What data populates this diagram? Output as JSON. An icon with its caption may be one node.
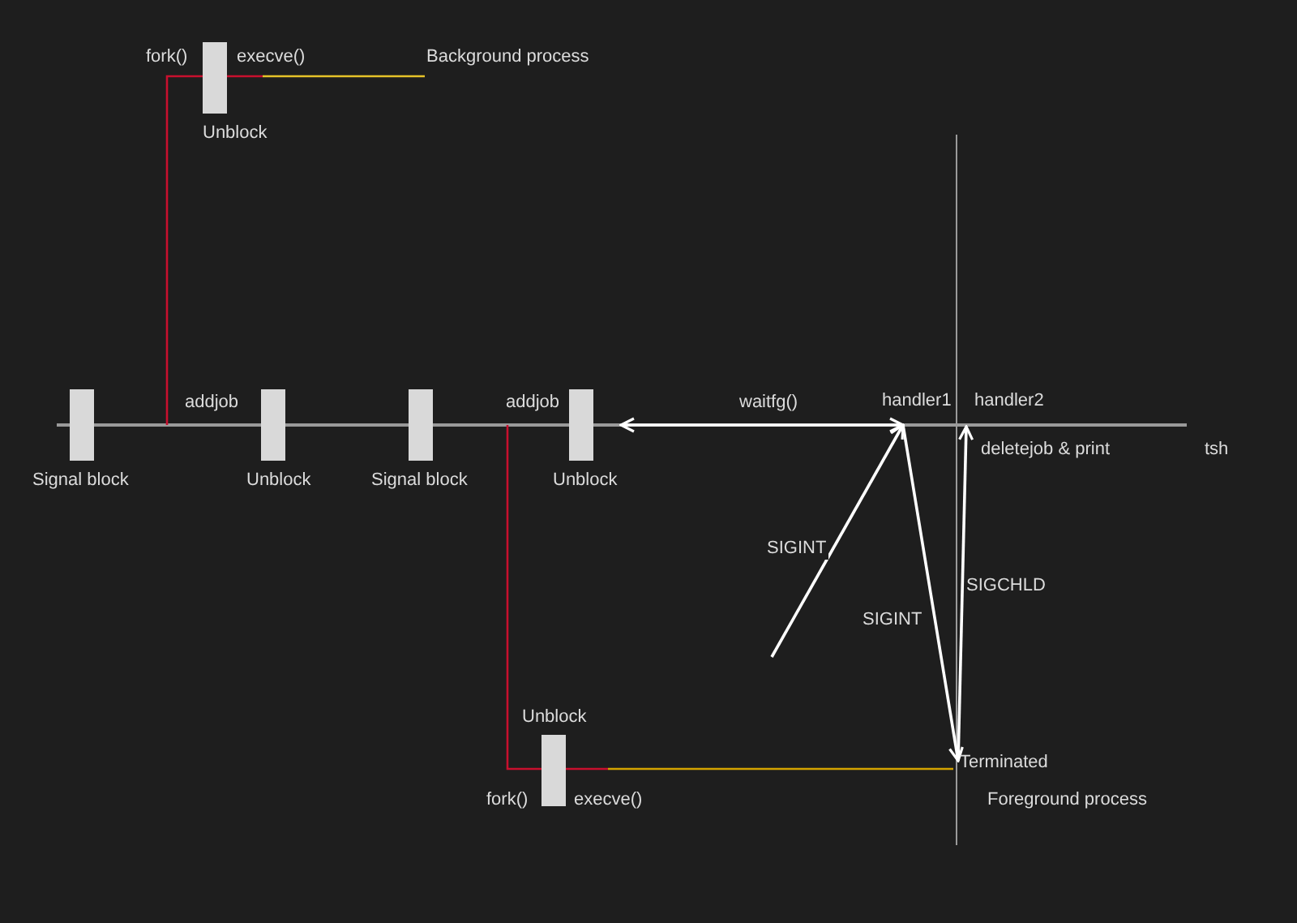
{
  "diagram": {
    "nodes": [
      {
        "text": [
          "Unblock"
        ],
        "beside": [
          "fork()",
          "execve()"
        ]
      },
      {
        "text": [
          "Signal block"
        ]
      },
      {
        "text": [
          "Unblock"
        ]
      },
      {
        "text": [
          "Signal block"
        ]
      },
      {
        "text": [
          "Unblock"
        ]
      },
      {
        "text": [
          "Unblock"
        ],
        "beside": [
          "fork()",
          "execve()"
        ]
      },
      {
        "text": [
          "handler1"
        ]
      },
      {
        "text": [
          "handler2"
        ]
      },
      {
        "text": [
          "Terminated"
        ]
      }
    ],
    "edges": [
      {
        "from": 4,
        "to": 6,
        "arrow": "both",
        "label": "waitfg()"
      },
      {
        "from": null,
        "to": 6,
        "arrow": "to",
        "label": "SIGINT"
      },
      {
        "from": 6,
        "to": 8,
        "arrow": "to",
        "label": "SIGINT"
      },
      {
        "from": 8,
        "to": 7,
        "arrow": "to",
        "label": "SIGCHLD"
      }
    ],
    "labels": [
      "Background process",
      "addjob",
      "addjob",
      "tsh",
      "deletejob & print",
      "Foreground process"
    ]
  }
}
